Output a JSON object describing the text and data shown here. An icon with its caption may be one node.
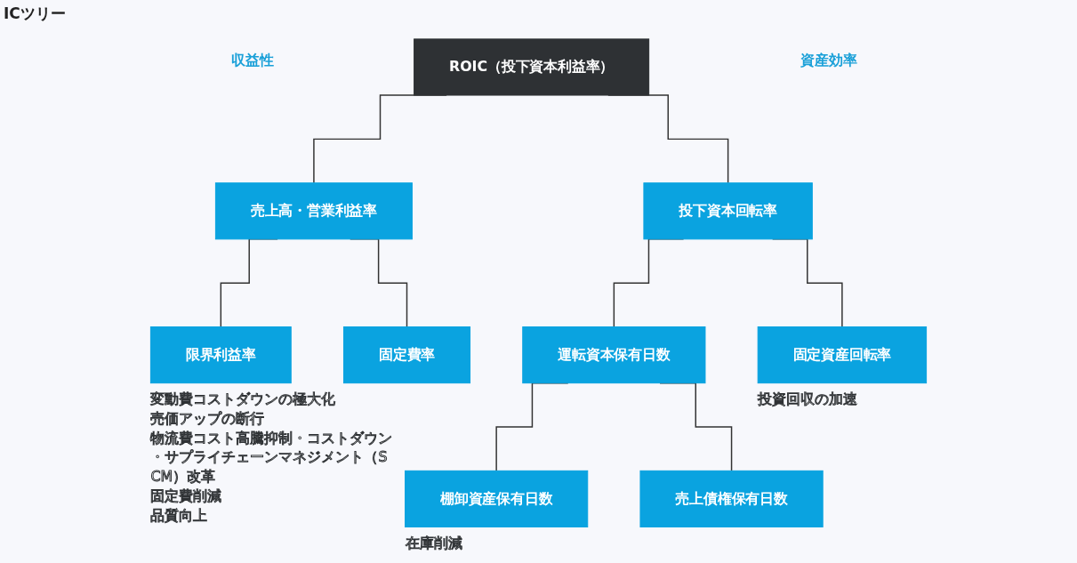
{
  "diagram": {
    "title": "ICツリー",
    "nodes": [
      {
        "text": [
          "ROIC（投下資本利益率）"
        ]
      },
      {
        "text": [
          "売上高・営業利益率"
        ]
      },
      {
        "text": [
          "投下資本回転率"
        ]
      },
      {
        "text": [
          "限界利益率"
        ],
        "beside": [
          "変動費コストダウンの極大化",
          "売価アップの断行",
          "物流費コスト高騰抑制・コストダウン・サプライチェーンマネジメント（SCM）改革",
          "固定費削減",
          "品質向上"
        ]
      },
      {
        "text": [
          "固定費率"
        ]
      },
      {
        "text": [
          "運転資本保有日数"
        ]
      },
      {
        "text": [
          "固定資産回転率"
        ],
        "beside": [
          "投資回収の加速"
        ]
      },
      {
        "text": [
          "棚卸資産保有日数"
        ],
        "beside": [
          "在庫削減"
        ]
      },
      {
        "text": [
          "売上債権保有日数"
        ]
      }
    ],
    "edges": [
      {
        "from": 0,
        "to": 1,
        "arrow": "none"
      },
      {
        "from": 0,
        "to": 2,
        "arrow": "none"
      },
      {
        "from": 1,
        "to": 3,
        "arrow": "none"
      },
      {
        "from": 1,
        "to": 4,
        "arrow": "none"
      },
      {
        "from": 2,
        "to": 5,
        "arrow": "none"
      },
      {
        "from": 2,
        "to": 6,
        "arrow": "none"
      },
      {
        "from": 5,
        "to": 7,
        "arrow": "none"
      },
      {
        "from": 5,
        "to": 8,
        "arrow": "none"
      }
    ],
    "labels": [
      "収益性",
      "資産効率"
    ]
  }
}
